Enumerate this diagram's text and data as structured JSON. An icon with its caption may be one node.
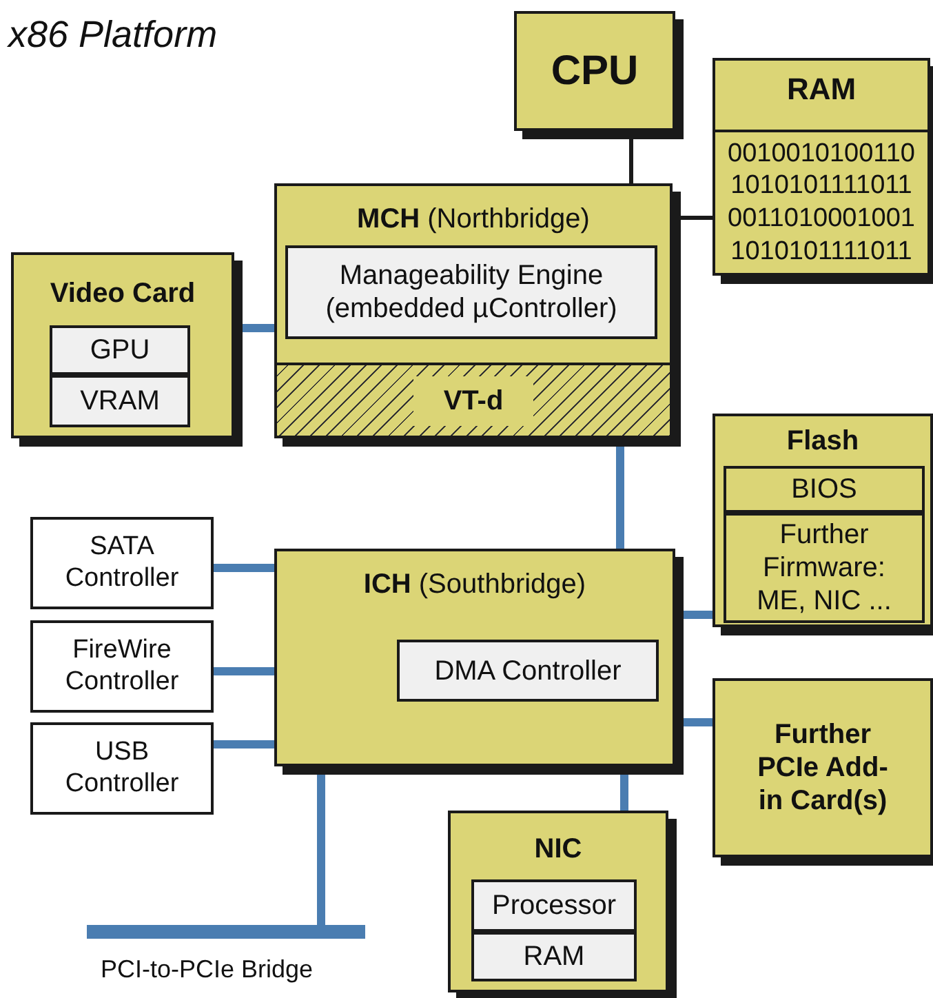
{
  "diagram": {
    "title": "x86 Platform",
    "nodes": [
      {
        "text": [
          "CPU"
        ]
      },
      {
        "text": [
          "RAM"
        ]
      },
      {
        "text": [
          "0010010100110 1010101111011 0011010001001 1010101111011"
        ],
        "in": 1
      },
      {
        "text": [
          "**MCH** (Northbridge)"
        ]
      },
      {
        "text": [
          "Manageability Engine (embedded µController)"
        ],
        "in": 3
      },
      {
        "text": [
          "VT-d"
        ],
        "in": 3
      },
      {
        "text": [
          "Video Card"
        ]
      },
      {
        "text": [
          "GPU"
        ],
        "in": 6
      },
      {
        "text": [
          "VRAM"
        ],
        "in": 6
      },
      {
        "text": [
          "SATA Controller"
        ]
      },
      {
        "text": [
          "FireWire Controller"
        ]
      },
      {
        "text": [
          "USB Controller"
        ]
      },
      {
        "text": [
          "**ICH** (Southbridge)"
        ]
      },
      {
        "text": [
          "DMA Controller"
        ],
        "in": 12
      },
      {
        "text": [
          "Flash"
        ]
      },
      {
        "text": [
          "BIOS"
        ],
        "in": 14
      },
      {
        "text": [
          "Further Firmware: ME, NIC ..."
        ],
        "in": 14
      },
      {
        "text": [
          "Further PCIe Add-in Card(s)"
        ]
      },
      {
        "text": [
          "NIC"
        ]
      },
      {
        "text": [
          "Processor"
        ],
        "in": 18
      },
      {
        "text": [
          "RAM"
        ],
        "in": 18
      },
      {
        "text": [],
        "shape": "bar",
        "beside": [
          "PCI-to-PCIe Bridge"
        ]
      }
    ],
    "edges": [
      {
        "from": 0,
        "to": 3,
        "arrow": "none",
        "color": "#1a1a1a"
      },
      {
        "from": 1,
        "to": 3,
        "arrow": "none",
        "color": "#1a1a1a"
      },
      {
        "from": 6,
        "to": 3,
        "arrow": "none"
      },
      {
        "from": 3,
        "to": 12,
        "arrow": "none"
      },
      {
        "from": 9,
        "to": 12,
        "arrow": "none"
      },
      {
        "from": 10,
        "to": 12,
        "arrow": "none"
      },
      {
        "from": 11,
        "to": 12,
        "arrow": "none"
      },
      {
        "from": 12,
        "to": 14,
        "arrow": "none"
      },
      {
        "from": 12,
        "to": 17,
        "arrow": "none"
      },
      {
        "from": 12,
        "to": 18,
        "arrow": "none"
      },
      {
        "from": 12,
        "to": 21,
        "arrow": "none"
      }
    ]
  }
}
